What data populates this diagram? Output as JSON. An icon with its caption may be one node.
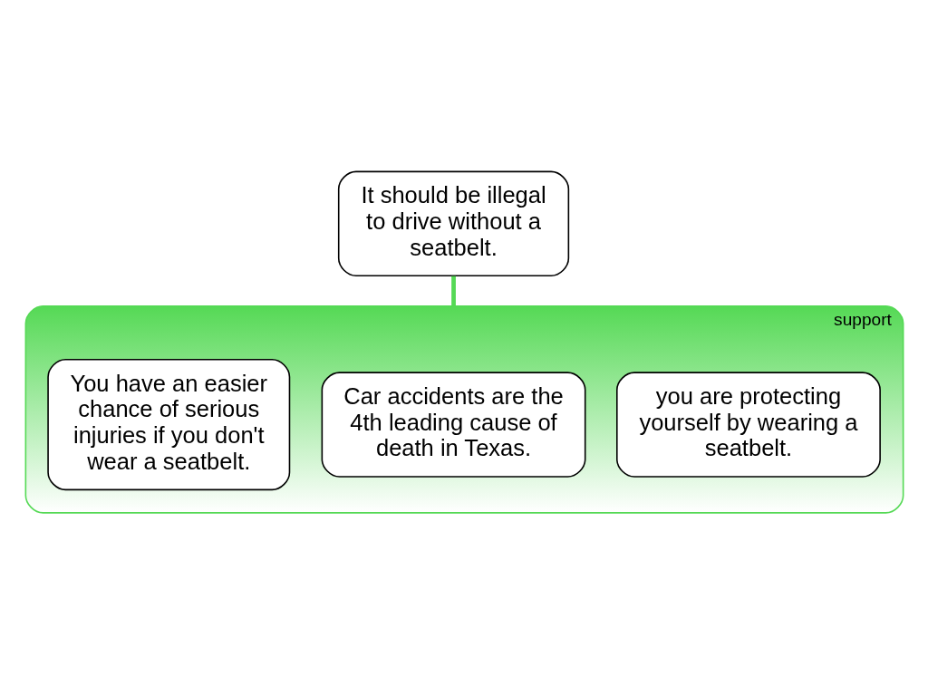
{
  "diagram": {
    "nodes": [
      {
        "text": [
          "It should be illegal to drive without a seatbelt."
        ]
      },
      {
        "text": [
          "support"
        ]
      },
      {
        "text": [
          "You have an easier chance of serious injuries if you don't wear a seatbelt."
        ],
        "in": 1
      },
      {
        "text": [
          "Car accidents are the 4th leading cause of death in Texas."
        ],
        "in": 1
      },
      {
        "text": [
          "you are protecting yourself by wearing a seatbelt."
        ],
        "in": 1
      }
    ],
    "edges": [
      {
        "from": 0,
        "to": 1,
        "arrow": "none"
      }
    ]
  }
}
